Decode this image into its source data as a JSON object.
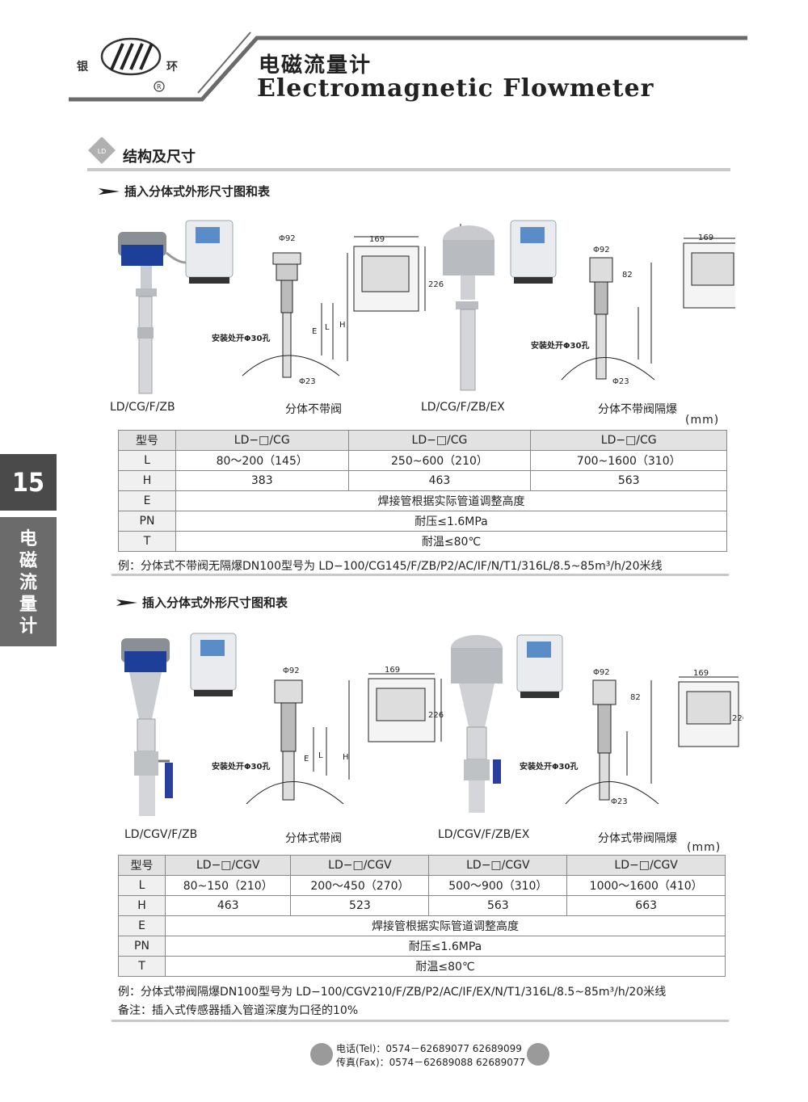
{
  "header": {
    "brand_left": "银",
    "brand_right": "环",
    "title_cn": "电磁流量计",
    "title_en": "Electromagnetic Flowmeter"
  },
  "section": {
    "badge": "LD",
    "title": "结构及尺寸"
  },
  "side_tab": {
    "number": "15",
    "chars": [
      "电",
      "磁",
      "流",
      "量",
      "计"
    ]
  },
  "block1": {
    "subtitle": "插入分体式外形尺寸图和表",
    "captions": [
      "LD/CG/F/ZB",
      "分体不带阀",
      "LD/CG/F/ZB/EX",
      "分体不带阀隔爆"
    ],
    "unit": "(mm)",
    "table": {
      "headers": [
        "型号",
        "LD−□/CG",
        "LD−□/CG",
        "LD−□/CG"
      ],
      "L": {
        "label": "L",
        "values": [
          "80～200（145）",
          "250~600（210）",
          "700~1600（310）"
        ]
      },
      "H": {
        "label": "H",
        "values": [
          "383",
          "463",
          "563"
        ]
      },
      "E": {
        "label": "E",
        "value": "焊接管根据实际管道调整高度"
      },
      "PN": {
        "label": "PN",
        "value": "耐压≤1.6MPa"
      },
      "T": {
        "label": "T",
        "value": "耐温≤80℃"
      }
    },
    "example": "例：分体式不带阀无隔爆DN100型号为 LD−100/CG145/F/ZB/P2/AC/IF/N/T1/316L/8.5~85m³/h/20米线"
  },
  "block2": {
    "subtitle": "插入分体式外形尺寸图和表",
    "captions": [
      "LD/CGV/F/ZB",
      "分体式带阀",
      "LD/CGV/F/ZB/EX",
      "分体式带阀隔爆"
    ],
    "unit": "(mm)",
    "table": {
      "headers": [
        "型号",
        "LD−□/CGV",
        "LD−□/CGV",
        "LD−□/CGV",
        "LD−□/CGV"
      ],
      "L": {
        "label": "L",
        "values": [
          "80~150（210）",
          "200～450（270）",
          "500～900（310）",
          "1000～1600（410）"
        ]
      },
      "H": {
        "label": "H",
        "values": [
          "463",
          "523",
          "563",
          "663"
        ]
      },
      "E": {
        "label": "E",
        "value": "焊接管根据实际管道调整高度"
      },
      "PN": {
        "label": "PN",
        "value": "耐压≤1.6MPa"
      },
      "T": {
        "label": "T",
        "value": "耐温≤80℃"
      }
    },
    "example": "例：分体式带阀隔爆DN100型号为 LD−100/CGV210/F/ZB/P2/AC/IF/EX/N/T1/316L/8.5~85m³/h/20米线",
    "remark": "备注：插入式传感器插入管道深度为口径的10%"
  },
  "drawing_labels": {
    "phi92": "Φ92",
    "phi23": "Φ23",
    "w169": "169",
    "h226": "226",
    "h82": "82",
    "hole": "安装处开Φ30孔",
    "E": "E",
    "L": "L",
    "H": "H"
  },
  "footer": {
    "tel": "电话(Tel)：0574－62689077  62689099",
    "fax": "传真(Fax)：0574－62689088  62689077"
  },
  "colors": {
    "side_tab_dark": "#4a4a4a",
    "side_tab_light": "#6b6b6b",
    "rule_gray": "#c8c8c8",
    "converter_blue": "#1d3f9a"
  }
}
